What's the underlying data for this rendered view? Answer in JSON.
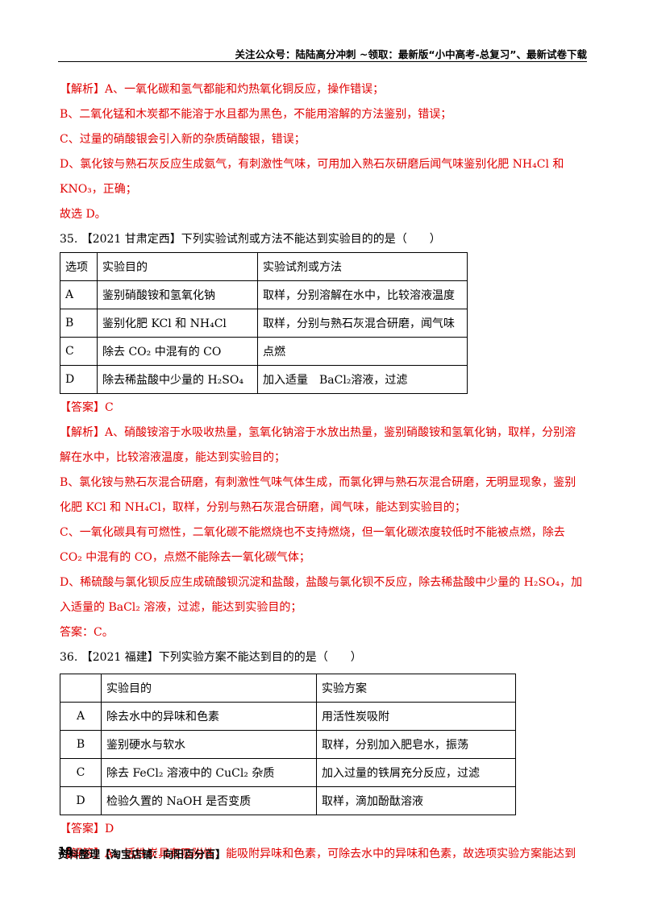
{
  "header": {
    "text": "关注公众号：陆陆高分冲刺 ~领取：最新版“小中高考-总复习”、最新试卷下载"
  },
  "prev_analysis": {
    "lines": [
      "【解析】A、一氧化碳和氢气都能和灼热氧化铜反应，操作错误；",
      "B、二氧化锰和木炭都不能溶于水且都为黑色，不能用溶解的方法鉴别，错误；",
      "C、过量的硝酸银会引入新的杂质硝酸银，错误；",
      "D、氯化铵与熟石灰反应生成氨气，有刺激性气味，可用加入熟石灰研磨后闻气味鉴别化肥 NH₄Cl 和",
      "KNO₃，正确；",
      "故选 D。"
    ]
  },
  "q35": {
    "heading": "35. 【2021 甘肃定西】下列实验试剂或方法不能达到实验目的的是（　　）",
    "table": {
      "header": [
        "选项",
        "实验目的",
        "实验试剂或方法"
      ],
      "rows": [
        [
          "A",
          "鉴别硝酸铵和氢氧化钠",
          "取样，分别溶解在水中，比较溶液温度"
        ],
        [
          "B",
          "鉴别化肥 KCl 和 NH₄Cl",
          "取样，分别与熟石灰混合研磨，闻气味"
        ],
        [
          "C",
          "除去 CO₂ 中混有的 CO",
          "点燃"
        ],
        [
          "D",
          "除去稀盐酸中少量的 H₂SO₄",
          "加入适量　BaCl₂溶液，过滤"
        ]
      ]
    },
    "answer": "【答案】C",
    "analysis": [
      "【解析】A、硝酸铵溶于水吸收热量，氢氧化钠溶于水放出热量，鉴别硝酸铵和氢氧化钠，取样，分别溶",
      "解在水中，比较溶液温度，能达到实验目的；",
      "B、氯化铵与熟石灰混合研磨，有刺激性气味气体生成，而氯化钾与熟石灰混合研磨，无明显现象，鉴别",
      "化肥 KCl 和 NH₄Cl，取样，分别与熟石灰混合研磨，闻气味，能达到实验目的；",
      "C、一氧化碳具有可燃性，二氧化碳不能燃烧也不支持燃烧，但一氧化碳浓度较低时不能被点燃，除去",
      "CO₂ 中混有的 CO，点燃不能除去一氧化碳气体；",
      "D、稀硫酸与氯化钡反应生成硫酸钡沉淀和盐酸，盐酸与氯化钡不反应，除去稀盐酸中少量的 H₂SO₄，加",
      "入适量的 BaCl₂ 溶液，过滤，能达到实验目的；",
      "答案：C。"
    ]
  },
  "q36": {
    "heading": "36. 【2021 福建】下列实验方案不能达到目的的是（　　）",
    "table": {
      "header": [
        "",
        "实验目的",
        "实验方案"
      ],
      "rows": [
        [
          "A",
          "除去水中的异味和色素",
          "用活性炭吸附"
        ],
        [
          "B",
          "鉴别硬水与软水",
          "取样，分别加入肥皂水，振荡"
        ],
        [
          "C",
          "除去 FeCl₂ 溶液中的 CuCl₂ 杂质",
          "加入过量的铁屑充分反应，过滤"
        ],
        [
          "D",
          "检验久置的 NaOH 是否变质",
          "取样，滴加酚酞溶液"
        ]
      ]
    },
    "answer": "【答案】D",
    "analysis_first": "【解答】A、活性炭具有吸附性，能吸附异味和色素，可除去水中的异味和色素，故选项实验方案能达到"
  },
  "footer": {
    "text": "资料整理【淘宝店铺：向阳百分百】",
    "page_overlay": "18"
  }
}
